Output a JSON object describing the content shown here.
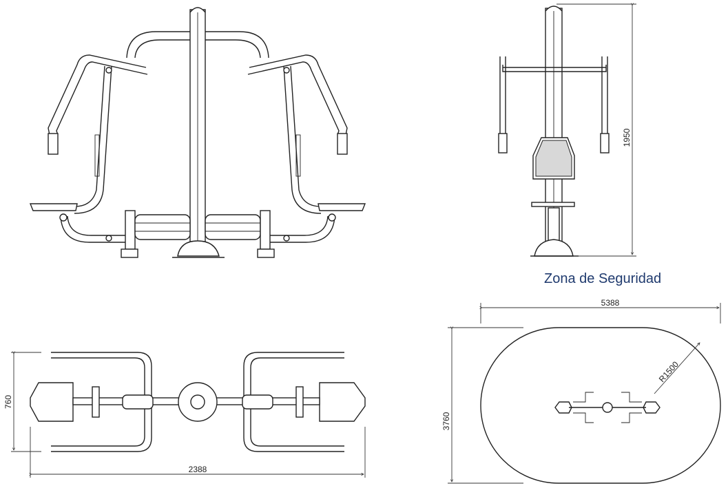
{
  "zone_title": "Zona de Seguridad",
  "dimensions": {
    "front_height": "1950",
    "top_depth": "760",
    "top_width": "2388",
    "zone_width": "5388",
    "zone_depth": "3760",
    "zone_radius": "R1500"
  }
}
